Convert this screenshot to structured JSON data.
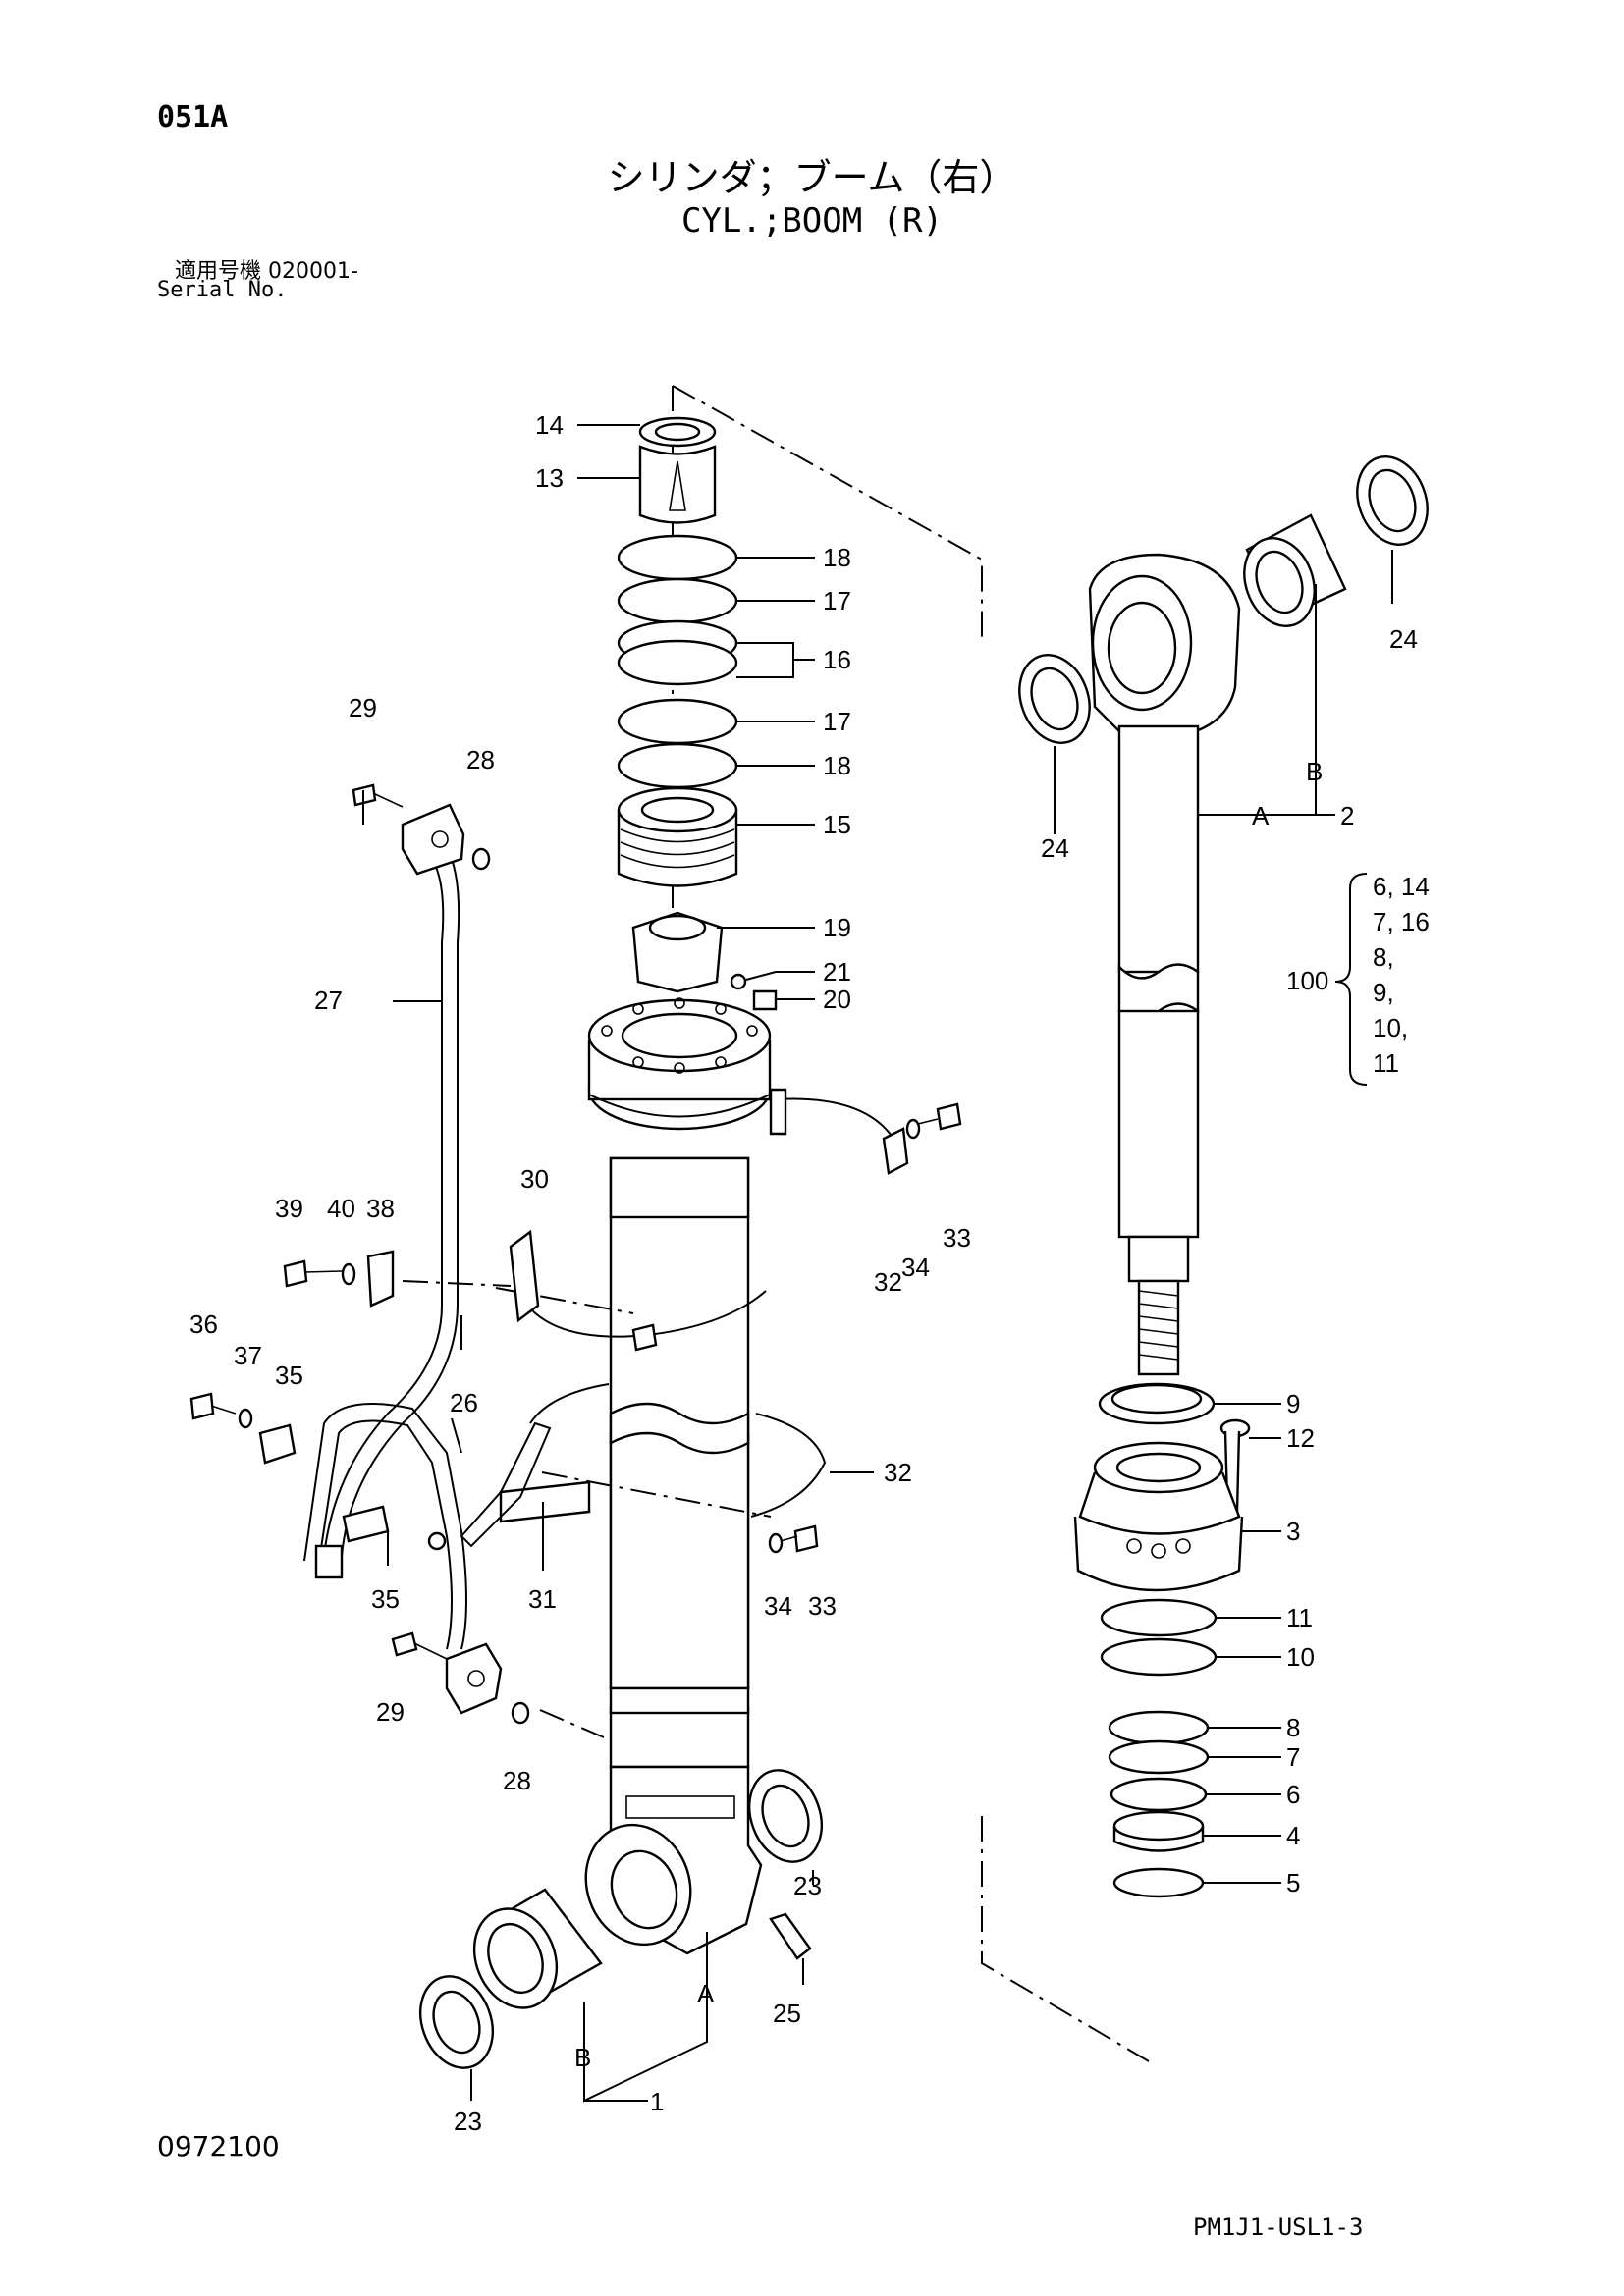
{
  "header": {
    "page_code": "051A",
    "title_jp": "シリンダ；ブーム（右）",
    "title_en": "CYL.;BOOM (R)",
    "serial_jp": "適用号機 020001-",
    "serial_en": "Serial No."
  },
  "callouts": {
    "c1": "1",
    "c2": "2",
    "c3": "3",
    "c4": "4",
    "c5": "5",
    "c6": "6",
    "c7": "7",
    "c8": "8",
    "c9": "9",
    "c10": "10",
    "c11": "11",
    "c12": "12",
    "c13": "13",
    "c14": "14",
    "c15": "15",
    "c16": "16",
    "c17a": "17",
    "c17b": "17",
    "c18a": "18",
    "c18b": "18",
    "c19": "19",
    "c20": "20",
    "c21": "21",
    "c23a": "23",
    "c23b": "23",
    "c24a": "24",
    "c24b": "24",
    "c25": "25",
    "c26": "26",
    "c27": "27",
    "c28a": "28",
    "c28b": "28",
    "c29a": "29",
    "c29b": "29",
    "c30": "30",
    "c31": "31",
    "c32a": "32",
    "c32b": "32",
    "c33a": "33",
    "c33b": "33",
    "c34a": "34",
    "c34b": "34",
    "c35a": "35",
    "c35b": "35",
    "c36": "36",
    "c37": "37",
    "c38": "38",
    "c39": "39",
    "c40": "40",
    "A1": "A",
    "A2": "A",
    "B1": "B",
    "B2": "B"
  },
  "kit": {
    "number": "100",
    "lines": [
      "6, 14",
      "7, 16",
      "8,",
      "9,",
      "10,",
      "11"
    ]
  },
  "footer": {
    "left_code": "0972100",
    "right_code": "PM1J1-USL1-3"
  }
}
